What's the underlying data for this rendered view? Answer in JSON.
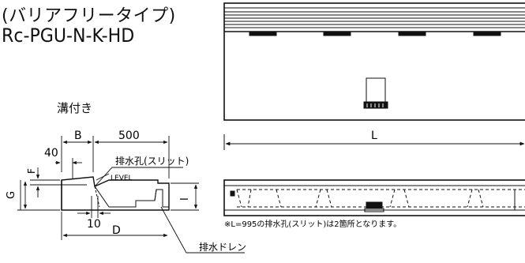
{
  "title": {
    "line1": "(バリアフリータイプ)",
    "line2": "Rc-PGU-N-K-HD"
  },
  "section_view": {
    "subtitle": "溝付き",
    "dim_B": "B",
    "dim_500": "500",
    "dim_40": "40",
    "dim_F": "F",
    "dim_G": "G",
    "dim_I": "I",
    "dim_10": "10",
    "dim_D": "D",
    "label_slit": "排水孔(スリット)",
    "label_level": "LEVEL",
    "label_drain": "排水ドレン"
  },
  "side_view": {
    "dim_L": "L",
    "note": "※L=995の排水孔(スリット)は2箇所となります。"
  }
}
